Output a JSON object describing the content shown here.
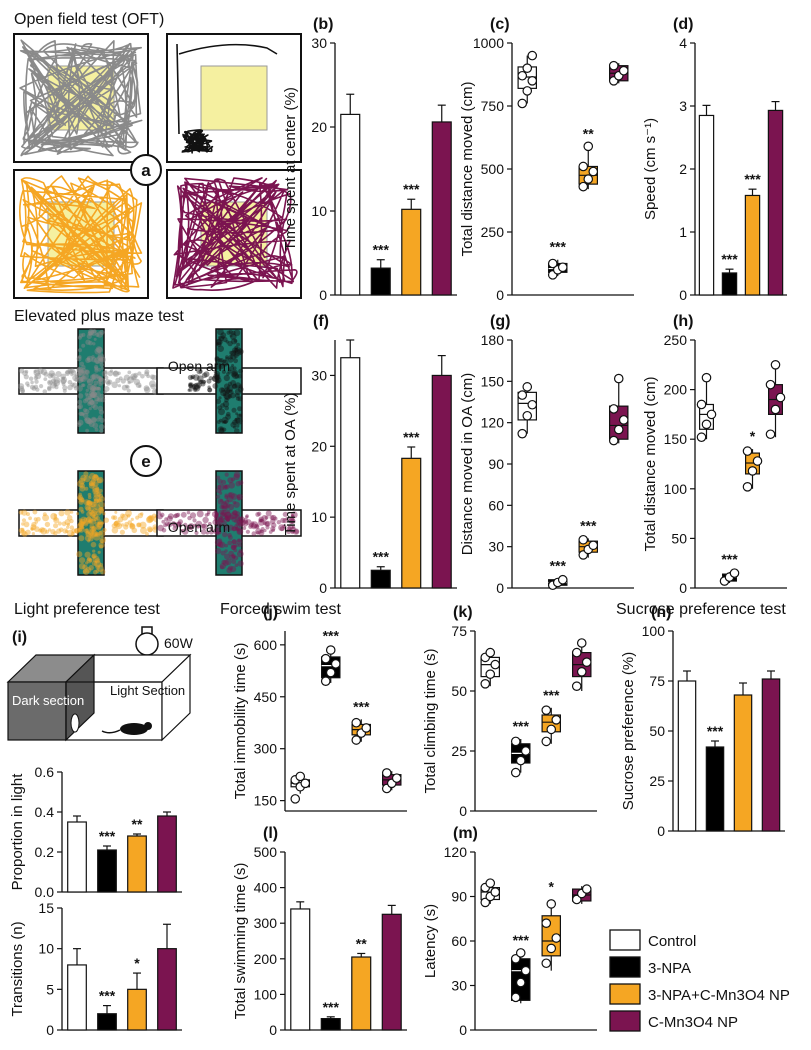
{
  "colors": {
    "control": "#ffffff",
    "npa": "#000000",
    "npa_np": "#f5a623",
    "np": "#7b1450",
    "arena_fill": "#f5f0a0",
    "arena_line": "#111111",
    "maze_fill": "#1f7d6f",
    "track_control": "#8a8a8a",
    "track_npa": "#111111",
    "track_npa_np": "#f5a623",
    "track_np": "#7b1450",
    "dark_box": "#6b6b6b"
  },
  "sections": {
    "oft_title": "Open field test (OFT)",
    "epm_title": "Elevated plus maze test",
    "open_arm_top": "Open arm",
    "open_arm_bottom": "Open arm",
    "light_title": "Light preference test",
    "forced_title": "Forced swim test",
    "sucrose_title": "Sucrose preference test",
    "panel_a": "a",
    "panel_e": "e",
    "panel_i": "(i)",
    "lamp": "60W",
    "dark_section": "Dark section",
    "light_section": "Light Section"
  },
  "legend": [
    {
      "key": "control",
      "label": "Control"
    },
    {
      "key": "npa",
      "label": "3-NPA"
    },
    {
      "key": "npa_np",
      "label": "3-NPA+C-Mn3O4 NP"
    },
    {
      "key": "np",
      "label": "C-Mn3O4 NP"
    }
  ],
  "chart_data": [
    {
      "id": "b",
      "panel": "(b)",
      "type": "bar",
      "ylabel": "Time spent at center (%)",
      "ylim": [
        0,
        30
      ],
      "ticks": [
        0,
        10,
        20,
        30
      ],
      "categories": [
        "Control",
        "3-NPA",
        "3-NPA+C-Mn3O4 NP",
        "C-Mn3O4 NP"
      ],
      "values": [
        21.5,
        3.2,
        10.2,
        20.6
      ],
      "errors": [
        2.4,
        1.0,
        1.2,
        2.0
      ],
      "sig": [
        "",
        "***",
        "***",
        ""
      ]
    },
    {
      "id": "c",
      "panel": "(c)",
      "type": "box",
      "ylabel": "Total distance moved (cm)",
      "ylim": [
        0,
        1000
      ],
      "ticks": [
        0,
        250,
        500,
        750,
        1000
      ],
      "boxes": [
        {
          "q1": 820,
          "med": 865,
          "q3": 905,
          "min": 760,
          "max": 950,
          "pts": [
            760,
            810,
            850,
            870,
            900,
            950
          ]
        },
        {
          "q1": 90,
          "med": 105,
          "q3": 125,
          "min": 75,
          "max": 140,
          "pts": [
            80,
            100,
            110,
            125
          ]
        },
        {
          "q1": 440,
          "med": 475,
          "q3": 510,
          "min": 420,
          "max": 590,
          "pts": [
            430,
            460,
            490,
            510,
            590
          ]
        },
        {
          "q1": 850,
          "med": 880,
          "q3": 910,
          "min": 840,
          "max": 920,
          "pts": [
            850,
            870,
            890,
            910
          ]
        }
      ],
      "sig": [
        "",
        "***",
        "**",
        ""
      ]
    },
    {
      "id": "d",
      "panel": "(d)",
      "type": "bar",
      "ylabel": "Speed (cm s⁻¹)",
      "ylim": [
        0,
        4
      ],
      "ticks": [
        0,
        1,
        2,
        3,
        4
      ],
      "values": [
        2.85,
        0.35,
        1.58,
        2.93
      ],
      "errors": [
        0.16,
        0.06,
        0.1,
        0.14
      ],
      "sig": [
        "",
        "***",
        "***",
        ""
      ]
    },
    {
      "id": "f",
      "panel": "(f)",
      "type": "bar",
      "ylabel": "Time spent at OA (%)",
      "ylim": [
        0,
        35
      ],
      "ticks": [
        0,
        10,
        20,
        30
      ],
      "values": [
        32.5,
        2.5,
        18.3,
        30.0
      ],
      "errors": [
        2.5,
        0.5,
        1.6,
        2.8
      ],
      "sig": [
        "",
        "***",
        "***",
        ""
      ]
    },
    {
      "id": "g",
      "panel": "(g)",
      "type": "box",
      "ylabel": "Distance moved in OA (cm)",
      "ylim": [
        0,
        180
      ],
      "ticks": [
        0,
        30,
        60,
        90,
        120,
        150,
        180
      ],
      "boxes": [
        {
          "q1": 122,
          "med": 134,
          "q3": 142,
          "min": 112,
          "max": 148,
          "pts": [
            112,
            125,
            133,
            140,
            146
          ]
        },
        {
          "q1": 2,
          "med": 4,
          "q3": 6,
          "min": 1,
          "max": 7,
          "pts": [
            2,
            4,
            6
          ]
        },
        {
          "q1": 26,
          "med": 30,
          "q3": 34,
          "min": 22,
          "max": 36,
          "pts": [
            24,
            28,
            31,
            35
          ]
        },
        {
          "q1": 108,
          "med": 118,
          "q3": 132,
          "min": 105,
          "max": 152,
          "pts": [
            107,
            115,
            122,
            130,
            152
          ]
        }
      ],
      "sig": [
        "",
        "***",
        "***",
        ""
      ]
    },
    {
      "id": "h",
      "panel": "(h)",
      "type": "box",
      "ylabel": "Total distance moved (cm)",
      "ylim": [
        0,
        250
      ],
      "ticks": [
        0,
        50,
        100,
        150,
        200,
        250
      ],
      "boxes": [
        {
          "q1": 160,
          "med": 175,
          "q3": 185,
          "min": 150,
          "max": 212,
          "pts": [
            152,
            165,
            175,
            185,
            212
          ]
        },
        {
          "q1": 7,
          "med": 11,
          "q3": 14,
          "min": 5,
          "max": 16,
          "pts": [
            7,
            11,
            15
          ]
        },
        {
          "q1": 115,
          "med": 126,
          "q3": 136,
          "min": 100,
          "max": 140,
          "pts": [
            102,
            118,
            128,
            138
          ]
        },
        {
          "q1": 175,
          "med": 190,
          "q3": 205,
          "min": 152,
          "max": 225,
          "pts": [
            155,
            180,
            192,
            205,
            225
          ]
        }
      ],
      "sig": [
        "",
        "***",
        "*",
        ""
      ]
    },
    {
      "id": "i1",
      "panel": "",
      "type": "bar",
      "ylabel": "Proportion in light",
      "ylim": [
        0,
        0.6
      ],
      "ticks": [
        0.0,
        0.2,
        0.4,
        0.6
      ],
      "values": [
        0.35,
        0.21,
        0.28,
        0.38
      ],
      "errors": [
        0.03,
        0.02,
        0.01,
        0.02
      ],
      "sig": [
        "",
        "***",
        "**",
        ""
      ]
    },
    {
      "id": "i2",
      "panel": "",
      "type": "bar",
      "ylabel": "Transitions (n)",
      "ylim": [
        0,
        15
      ],
      "ticks": [
        0,
        5,
        10,
        15
      ],
      "values": [
        8,
        2,
        5,
        10
      ],
      "errors": [
        2,
        1,
        2,
        3
      ],
      "sig": [
        "",
        "***",
        "*",
        ""
      ]
    },
    {
      "id": "j",
      "panel": "(j)",
      "type": "box",
      "ylabel": "Total immobility time (s)",
      "ylim": [
        120,
        640
      ],
      "ticks": [
        150,
        300,
        450,
        600
      ],
      "boxes": [
        {
          "q1": 190,
          "med": 200,
          "q3": 210,
          "min": 170,
          "max": 220,
          "pts": [
            155,
            190,
            200,
            210,
            220
          ]
        },
        {
          "q1": 505,
          "med": 540,
          "q3": 565,
          "min": 490,
          "max": 590,
          "pts": [
            495,
            520,
            545,
            560,
            585
          ]
        },
        {
          "q1": 340,
          "med": 355,
          "q3": 370,
          "min": 320,
          "max": 385,
          "pts": [
            325,
            345,
            360,
            375
          ]
        },
        {
          "q1": 195,
          "med": 210,
          "q3": 225,
          "min": 180,
          "max": 235,
          "pts": [
            185,
            200,
            215,
            230
          ]
        }
      ],
      "sig": [
        "",
        "***",
        "***",
        ""
      ]
    },
    {
      "id": "k",
      "panel": "(k)",
      "type": "box",
      "ylabel": "Total climbing time (s)",
      "ylim": [
        0,
        75
      ],
      "ticks": [
        0,
        25,
        50,
        75
      ],
      "boxes": [
        {
          "q1": 56,
          "med": 61,
          "q3": 64,
          "min": 52,
          "max": 66,
          "pts": [
            53,
            57,
            61,
            64,
            66
          ]
        },
        {
          "q1": 20,
          "med": 24,
          "q3": 28,
          "min": 16,
          "max": 30,
          "pts": [
            16,
            21,
            25,
            29
          ]
        },
        {
          "q1": 33,
          "med": 37,
          "q3": 40,
          "min": 28,
          "max": 43,
          "pts": [
            29,
            34,
            38,
            42
          ]
        },
        {
          "q1": 56,
          "med": 61,
          "q3": 66,
          "min": 50,
          "max": 70,
          "pts": [
            52,
            58,
            62,
            66,
            70
          ]
        }
      ],
      "sig": [
        "",
        "***",
        "***",
        ""
      ]
    },
    {
      "id": "l",
      "panel": "(l)",
      "type": "bar",
      "ylabel": "Total swimming time (s)",
      "ylim": [
        0,
        500
      ],
      "ticks": [
        0,
        100,
        200,
        300,
        400,
        500
      ],
      "values": [
        340,
        32,
        205,
        325
      ],
      "errors": [
        20,
        5,
        10,
        25
      ],
      "sig": [
        "",
        "***",
        "**",
        ""
      ]
    },
    {
      "id": "m",
      "panel": "(m)",
      "type": "box",
      "ylabel": "Latency (s)",
      "ylim": [
        0,
        120
      ],
      "ticks": [
        0,
        30,
        60,
        90,
        120
      ],
      "boxes": [
        {
          "q1": 88,
          "med": 93,
          "q3": 96,
          "min": 85,
          "max": 100,
          "pts": [
            86,
            90,
            93,
            96,
            99
          ]
        },
        {
          "q1": 20,
          "med": 40,
          "q3": 48,
          "min": 18,
          "max": 52,
          "pts": [
            22,
            32,
            40,
            48,
            52
          ]
        },
        {
          "q1": 50,
          "med": 60,
          "q3": 77,
          "min": 40,
          "max": 88,
          "pts": [
            45,
            55,
            62,
            72,
            85
          ]
        },
        {
          "q1": 87,
          "med": 91,
          "q3": 95,
          "min": 85,
          "max": 97,
          "pts": [
            88,
            92,
            95
          ]
        }
      ],
      "sig": [
        "",
        "***",
        "*",
        ""
      ]
    },
    {
      "id": "n",
      "panel": "(n)",
      "type": "bar",
      "ylabel": "Sucrose preference (%)",
      "ylim": [
        0,
        100
      ],
      "ticks": [
        0,
        25,
        50,
        75,
        100
      ],
      "values": [
        75,
        42,
        68,
        76
      ],
      "errors": [
        5,
        3,
        6,
        4
      ],
      "sig": [
        "",
        "***",
        "",
        ""
      ]
    }
  ]
}
